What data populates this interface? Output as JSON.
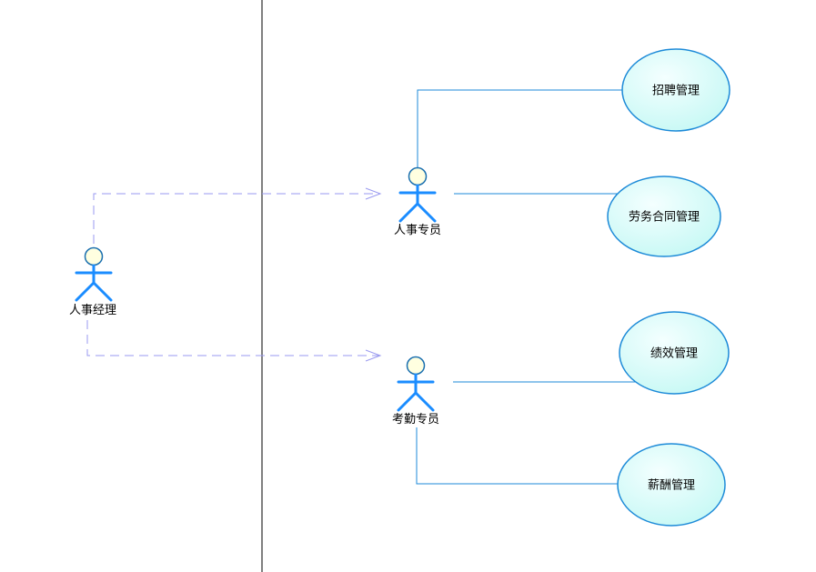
{
  "actors": {
    "manager": {
      "label": "人事经理"
    },
    "hr_specialist": {
      "label": "人事专员"
    },
    "attendance_specialist": {
      "label": "考勤专员"
    }
  },
  "use_cases": {
    "recruitment": {
      "label": "招聘管理"
    },
    "labor_contract": {
      "label": "劳务合同管理"
    },
    "performance": {
      "label": "绩效管理"
    },
    "salary": {
      "label": "薪酬管理"
    }
  },
  "colors": {
    "actor_stroke": "#1a8cff",
    "actor_head_fill": "#ffffe0",
    "actor_head_stroke": "#1a6fb0",
    "usecase_stroke": "#1c8ad8",
    "usecase_fill_start": "#e8fbff",
    "usecase_fill_end": "#c8faf5",
    "association_line": "#1c8ad8",
    "generalization_line": "#9a9af0",
    "boundary_line": "#000000"
  }
}
